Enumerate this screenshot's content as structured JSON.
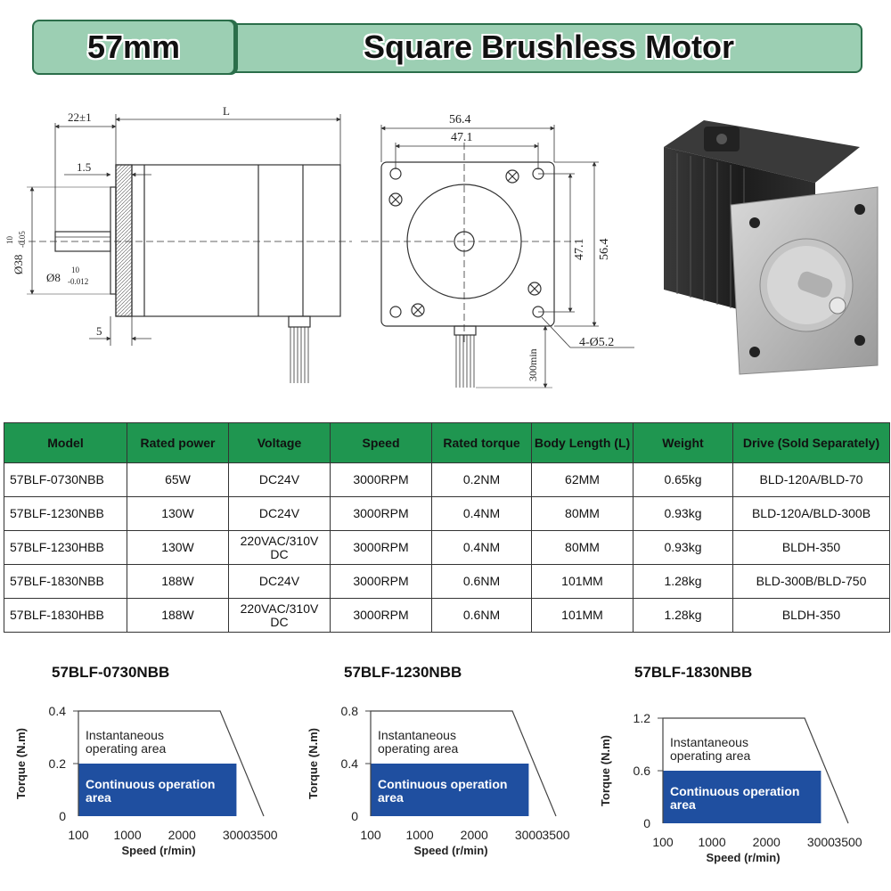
{
  "header": {
    "size": "57mm",
    "title": "Square Brushless Motor"
  },
  "drawing_side": {
    "shaft_length": "22±1",
    "body_length": "L",
    "flange_thickness": "1.5",
    "step": "5",
    "pilot_diameter": "Ø38",
    "pilot_tol_upper": "10",
    "pilot_tol_lower": "-0.05",
    "shaft_diameter": "Ø8",
    "shaft_tol_upper": "10",
    "shaft_tol_lower": "-0.012"
  },
  "drawing_front": {
    "width": "56.4",
    "hole_spacing": "47.1",
    "hole_spacing_v": "47.1",
    "height": "56.4",
    "holes": "4-Ø5.2",
    "lead_length": "300min"
  },
  "spec_table": {
    "headers": [
      "Model",
      "Rated power",
      "Voltage",
      "Speed",
      "Rated torque",
      "Body Length (L)",
      "Weight",
      "Drive (Sold Separately)"
    ],
    "rows": [
      [
        "57BLF-0730NBB",
        "65W",
        "DC24V",
        "3000RPM",
        "0.2NM",
        "62MM",
        "0.65kg",
        "BLD-120A/BLD-70"
      ],
      [
        "57BLF-1230NBB",
        "130W",
        "DC24V",
        "3000RPM",
        "0.4NM",
        "80MM",
        "0.93kg",
        "BLD-120A/BLD-300B"
      ],
      [
        "57BLF-1230HBB",
        "130W",
        "220VAC/310V DC",
        "3000RPM",
        "0.4NM",
        "80MM",
        "0.93kg",
        "BLDH-350"
      ],
      [
        "57BLF-1830NBB",
        "188W",
        "DC24V",
        "3000RPM",
        "0.6NM",
        "101MM",
        "1.28kg",
        "BLD-300B/BLD-750"
      ],
      [
        "57BLF-1830HBB",
        "188W",
        "220VAC/310V DC",
        "3000RPM",
        "0.6NM",
        "101MM",
        "1.28kg",
        "BLDH-350"
      ]
    ]
  },
  "chart_data": [
    {
      "type": "area",
      "title": "57BLF-0730NBB",
      "xlabel": "Speed (r/min)",
      "ylabel": "Torque (N.m)",
      "x_ticks": [
        "100",
        "1000",
        "2000",
        "3000",
        "3500"
      ],
      "y_ticks": [
        "0",
        "0.2",
        "0.4"
      ],
      "instantaneous_label": "Instantaneous operating area",
      "continuous_label": "Continuous operation area",
      "instantaneous_curve": [
        [
          100,
          0.4
        ],
        [
          2700,
          0.4
        ],
        [
          3500,
          0
        ]
      ],
      "continuous_rated": {
        "speed_max": 3000,
        "torque": 0.2
      }
    },
    {
      "type": "area",
      "title": "57BLF-1230NBB",
      "xlabel": "Speed (r/min)",
      "ylabel": "Torque (N.m)",
      "x_ticks": [
        "100",
        "1000",
        "2000",
        "3000",
        "3500"
      ],
      "y_ticks": [
        "0",
        "0.4",
        "0.8"
      ],
      "instantaneous_label": "Instantaneous operating area",
      "continuous_label": "Continuous operation area",
      "instantaneous_curve": [
        [
          100,
          0.8
        ],
        [
          2700,
          0.8
        ],
        [
          3500,
          0
        ]
      ],
      "continuous_rated": {
        "speed_max": 3000,
        "torque": 0.4
      }
    },
    {
      "type": "area",
      "title": "57BLF-1830NBB",
      "xlabel": "Speed (r/min)",
      "ylabel": "Torque (N.m)",
      "x_ticks": [
        "100",
        "1000",
        "2000",
        "3000",
        "3500"
      ],
      "y_ticks": [
        "0",
        "0.6",
        "1.2"
      ],
      "instantaneous_label": "Instantaneous operating area",
      "continuous_label": "Continuous operation area",
      "instantaneous_curve": [
        [
          100,
          1.2
        ],
        [
          2700,
          1.2
        ],
        [
          3500,
          0
        ]
      ],
      "continuous_rated": {
        "speed_max": 3000,
        "torque": 0.6
      }
    }
  ]
}
